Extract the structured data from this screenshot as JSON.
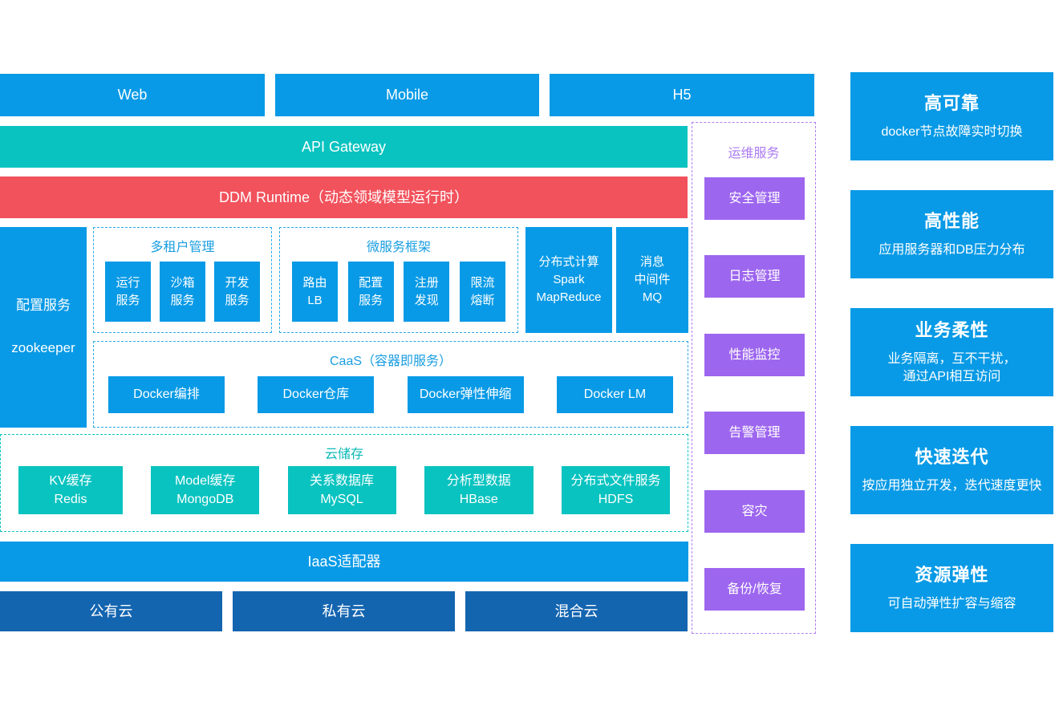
{
  "palette": {
    "blue": "#089ae6",
    "teal": "#09c3c0",
    "red": "#f1525c",
    "dark_blue": "#1465b0",
    "purple": "#9d66ef",
    "purple_light": "#ab7bf0"
  },
  "clients": {
    "items": [
      {
        "label": "Web"
      },
      {
        "label": "Mobile"
      },
      {
        "label": "H5"
      }
    ]
  },
  "api_gateway": {
    "label": "API Gateway"
  },
  "ddm_runtime": {
    "label": "DDM Runtime（动态领域模型运行时）"
  },
  "config_service": {
    "line1": "配置服务",
    "line2": "zookeeper"
  },
  "tenant": {
    "title": "多租户管理",
    "items": [
      {
        "label": "运行\n服务"
      },
      {
        "label": "沙箱\n服务"
      },
      {
        "label": "开发\n服务"
      }
    ]
  },
  "microservice": {
    "title": "微服务框架",
    "items": [
      {
        "label": "路由\nLB"
      },
      {
        "label": "配置\n服务"
      },
      {
        "label": "注册\n发现"
      },
      {
        "label": "限流\n熔断"
      }
    ]
  },
  "distributed_compute": {
    "label": "分布式计算\nSpark\nMapReduce"
  },
  "message_middleware": {
    "label": "消息\n中间件\nMQ"
  },
  "caas": {
    "title": "CaaS（容器即服务）",
    "items": [
      {
        "label": "Docker编排"
      },
      {
        "label": "Docker仓库"
      },
      {
        "label": "Docker弹性伸缩"
      },
      {
        "label": "Docker LM"
      }
    ]
  },
  "cloud_storage": {
    "title": "云储存",
    "items": [
      {
        "label": "KV缓存\nRedis"
      },
      {
        "label": "Model缓存\nMongoDB"
      },
      {
        "label": "关系数据库\nMySQL"
      },
      {
        "label": "分析型数据\nHBase"
      },
      {
        "label": "分布式文件服务\nHDFS"
      }
    ]
  },
  "iaas_adapter": {
    "label": "IaaS适配器"
  },
  "clouds": {
    "items": [
      {
        "label": "公有云"
      },
      {
        "label": "私有云"
      },
      {
        "label": "混合云"
      }
    ]
  },
  "ops": {
    "title": "运维服务",
    "items": [
      {
        "label": "安全管理"
      },
      {
        "label": "日志管理"
      },
      {
        "label": "性能监控"
      },
      {
        "label": "告警管理"
      },
      {
        "label": "容灾"
      },
      {
        "label": "备份/恢复"
      }
    ]
  },
  "benefits": {
    "items": [
      {
        "title": "高可靠",
        "desc": "docker节点故障实时切换"
      },
      {
        "title": "高性能",
        "desc": "应用服务器和DB压力分布"
      },
      {
        "title": "业务柔性",
        "desc": "业务隔离，互不干扰，\n通过API相互访问"
      },
      {
        "title": "快速迭代",
        "desc": "按应用独立开发，迭代速度更快"
      },
      {
        "title": "资源弹性",
        "desc": "可自动弹性扩容与缩容"
      }
    ]
  }
}
